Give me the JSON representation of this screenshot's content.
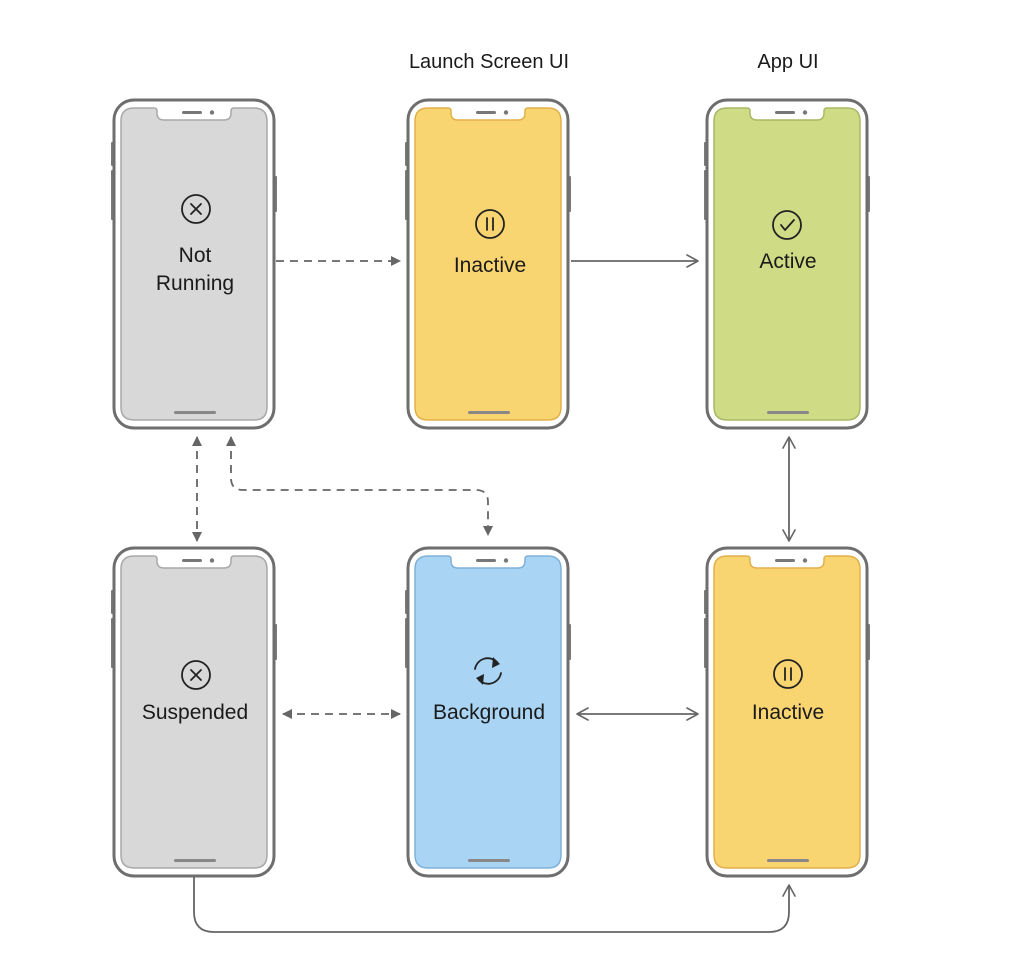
{
  "headers": {
    "launch_screen": "Launch Screen UI",
    "app": "App UI"
  },
  "states": {
    "not_running": {
      "line1": "Not",
      "line2": "Running",
      "icon": "x-circle-icon",
      "color": "#d8d8d8",
      "border": "#a8a8a8"
    },
    "inactive_launch": {
      "label": "Inactive",
      "icon": "pause-circle-icon",
      "color": "#f9d572",
      "border": "#e2b04a"
    },
    "active": {
      "label": "Active",
      "icon": "check-circle-icon",
      "color": "#cfdc85",
      "border": "#a7b866"
    },
    "suspended": {
      "label": "Suspended",
      "icon": "x-circle-icon",
      "color": "#d8d8d8",
      "border": "#a8a8a8"
    },
    "background": {
      "label": "Background",
      "icon": "refresh-icon",
      "color": "#a9d4f3",
      "border": "#7fb2d8"
    },
    "inactive_app": {
      "label": "Inactive",
      "icon": "pause-circle-icon",
      "color": "#f9d572",
      "border": "#e2b04a"
    }
  },
  "colors": {
    "frame": "#6e6e6e",
    "arrow": "#666666"
  }
}
